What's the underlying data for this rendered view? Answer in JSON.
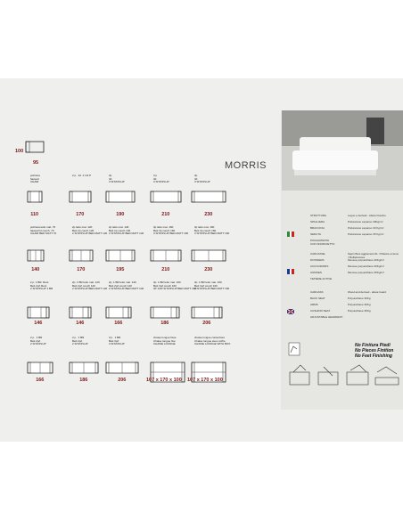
{
  "title": "MORRIS",
  "armchair": {
    "height": "100",
    "width": "95"
  },
  "row1": [
    {
      "label": "poltrona\nfauteuil\nCHAIR",
      "dim": "110"
    },
    {
      "label": "2 p.  2d  2 1/2 P",
      "dim": "170"
    },
    {
      "label": "3p\n3d\n3 SITZ/PLUP",
      "dim": "190"
    },
    {
      "label": "3 p\n3d\n3 SITZ/PLUP",
      "dim": "210"
    },
    {
      "label": "3p\n3d\n3 SITZ/PLUP",
      "dim": "230"
    }
  ],
  "row2": [
    {
      "label": "poltrona letto mat. 70\nfauteuil lit couch. 70\nCHAIR BED MATT 70",
      "dim": "140"
    },
    {
      "label": "2p letto mat. 120\nBett 2p couch 120\n2 SITZ/PLUP BED MATT 120",
      "dim": "170"
    },
    {
      "label": "2p letto mat. 140\nBett 2p couch 140\n2 SITZ/PLUP BED MATT 140",
      "dim": "195"
    },
    {
      "label": "3p letto mat. 160\nBett 3p couch 160\n3 SITZ/PLUP BED MATT 160",
      "dim": "210"
    },
    {
      "label": "3p letto mat. 160\nBett 3p couch 160\n3 SITZ/PLUP BED MATT 160",
      "dim": "230"
    }
  ],
  "row3": [
    {
      "label": "2 p. 1 BR. Rect.\nBett 2p/t Rect.\n2 SITZ/PLUP 1 BR",
      "dim": "146"
    },
    {
      "label": "2p. 1 BR letto mat. 120\nBett 2p/t couch 120\n2 SITZ/PLUP BED MATT 120",
      "dim": "146"
    },
    {
      "label": "2p. 1 BR letto mat. 140\nBett 2p/t couch 140\n2 SITZ/PLUP BED MATT 140",
      "dim": "166"
    },
    {
      "label": "3p. 1 BR letto mat. 160\nBett 3p/t couch 160\n3P 1/2P SITZ/PLUP BED MATT 160",
      "dim": "186"
    },
    {
      "label": "3p. 1 BR letto mat. 160\nBett 3p/t couch 160\n3 SITZ/PLUP BED MATT 160",
      "dim": "206"
    }
  ],
  "row4": [
    {
      "label": "2 p.  1 BR\nBett 2p/t\n2 SITZ/PLUP",
      "dim": "166"
    },
    {
      "label": "2 p.  1 BR\nBett 2p/t\n2 SITZ/PLUP",
      "dim": "186"
    },
    {
      "label": "3 p.  1 BR\nBett 3p/t\n3 SITZ/PLUP",
      "dim": "206"
    },
    {
      "label": "chaise longue fisse\nChaise longue fixe\nCHAISE LOUNGE",
      "dim": "107 x 170 x 100"
    },
    {
      "label": "chaise longue contenitore\nChaise longue avec coffre\nCHAISE LOUNGE WITH BOX",
      "dim": "107 x 170 x 100"
    }
  ],
  "specs_it": [
    {
      "k": "STRUTTURA",
      "v": "Legno e derivati - Abete Douche"
    },
    {
      "k": "SPALLIERA",
      "v": "Poliuretano espanso  30Kg/m³"
    },
    {
      "k": "BRACCIOLI",
      "v": "Poliuretano espanso  30 Kg/m³"
    },
    {
      "k": "SEDUTA",
      "v": "Poliuretano espanso  35 Kg/m³"
    },
    {
      "k": "POGGIATESTA\nCON SNODO/ETTO",
      "v": ""
    }
  ],
  "specs_fr": [
    {
      "k": "CARCASSE",
      "v": "Sapin  Bois aggloméré  DL / Pilastre et tiens / Multiplocutes"
    },
    {
      "k": "DOSSIERS",
      "v": "Mousse polyuréthane  30Kg/m³"
    },
    {
      "k": "ACCOUDOIRS",
      "v": "Mousse polyuréthane  30Kg/m³"
    },
    {
      "k": "ASSISES",
      "v": "Mousse polyuréthane  35Kg/m³"
    },
    {
      "k": "TETIERE ACTIVE",
      "v": ""
    }
  ],
  "specs_en": [
    {
      "k": "CARCASS",
      "v": "Wood and derived - abete board"
    },
    {
      "k": "BACK SEAT",
      "v": "Polyurethane  30Kg"
    },
    {
      "k": "ARMS",
      "v": "Polyurethane  30Kg"
    },
    {
      "k": "CUSHION SEAT",
      "v": "Polyurethane  35Kg"
    },
    {
      "k": "ADJUSTABLE HEADREST",
      "v": ""
    }
  ],
  "finishes": [
    "No Finitura Piedi",
    "No Pieces  Finition",
    "No Feet  Finishing"
  ],
  "colors": {
    "dim": "#7a1a1a",
    "panel": "#e6e6e3",
    "page": "#efefed"
  }
}
